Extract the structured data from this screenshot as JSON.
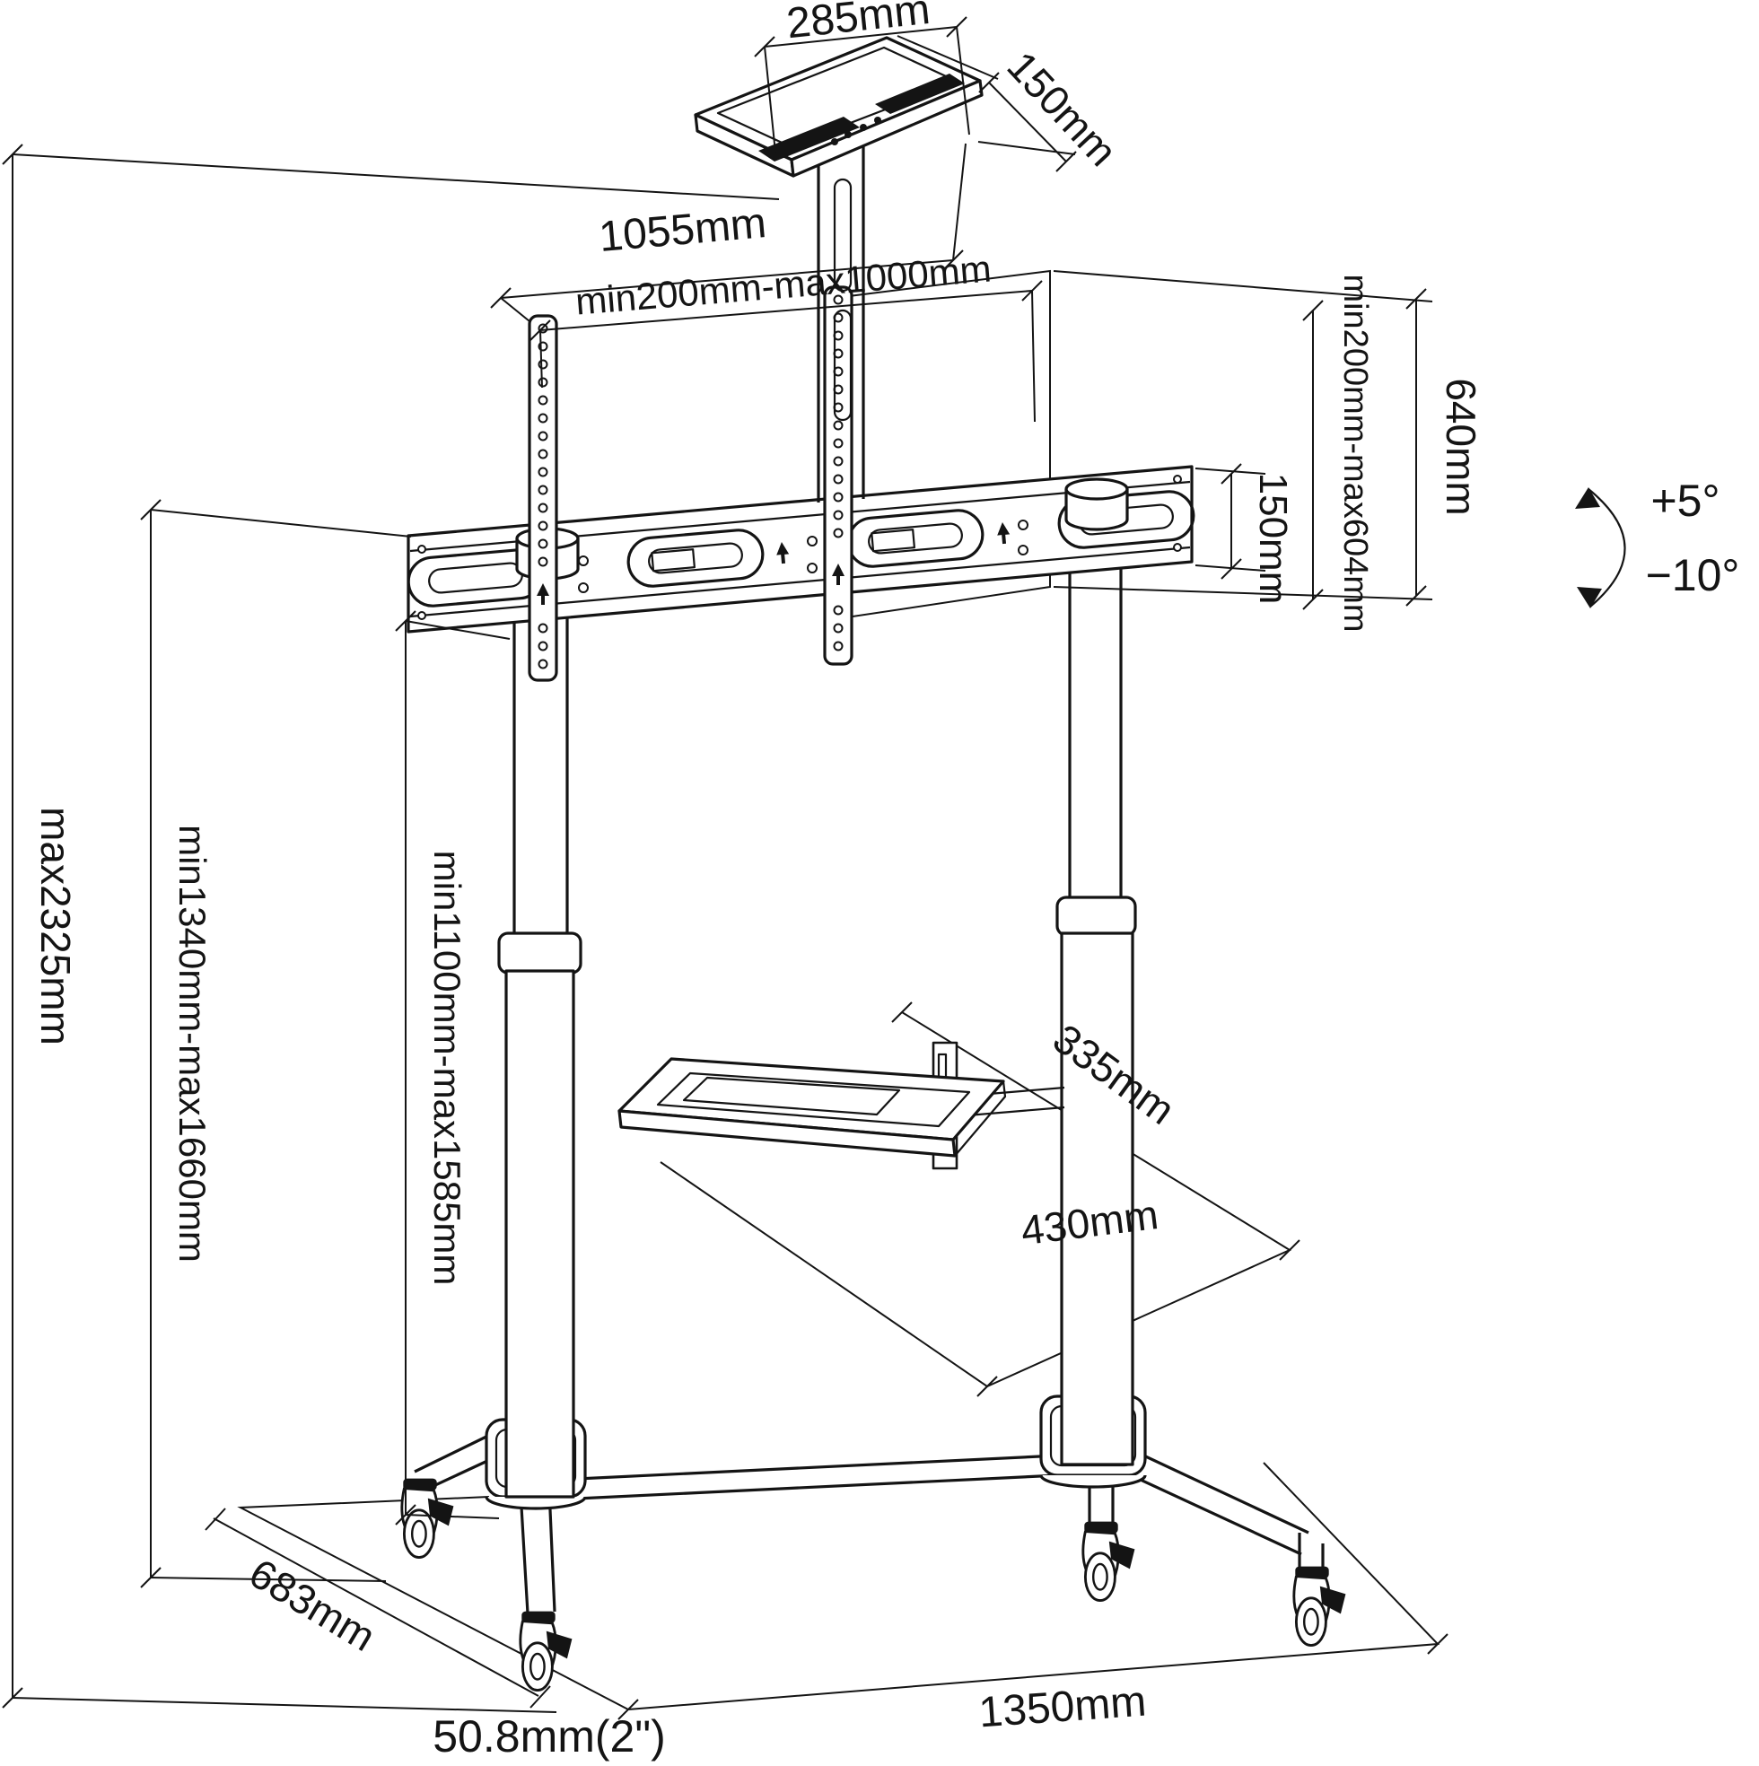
{
  "diagram": {
    "description": "TV mobile cart technical dimension drawing",
    "dimensions": {
      "tray_width": "285mm",
      "tray_depth": "150mm",
      "top_width": "1055mm",
      "vesa_width_range": "min200mm-max1000mm",
      "vesa_height_range": "min200mm-max604mm",
      "bracket_height": "640mm",
      "rail_height": "150mm",
      "tilt_up": "+5°",
      "tilt_down": "−10°",
      "total_height_max": "max2325mm",
      "screen_height_range": "min1340mm-max1660mm",
      "column_height_range": "min1100mm-max1585mm",
      "shelf_depth": "335mm",
      "shelf_width": "430mm",
      "base_depth": "683mm",
      "base_width": "1350mm",
      "caster_diameter": "50.8mm(2\")"
    }
  }
}
